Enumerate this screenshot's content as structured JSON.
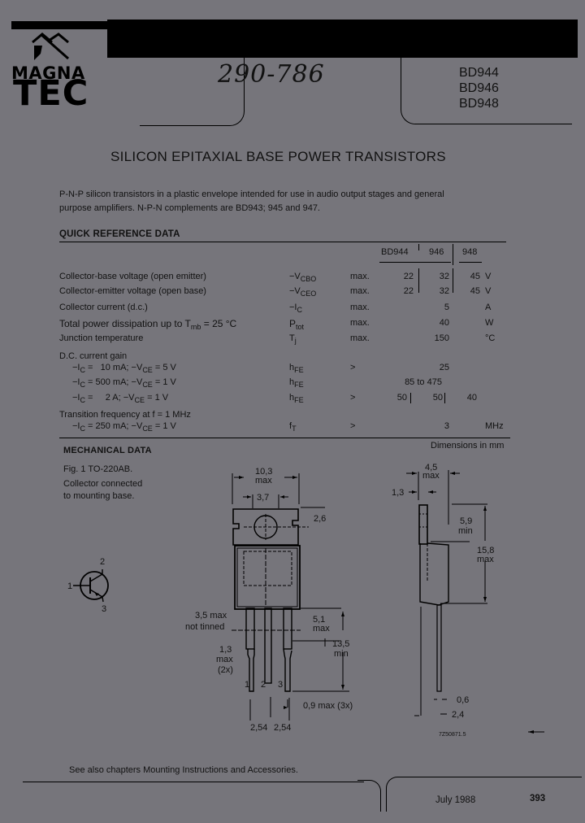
{
  "header": {
    "brand_top": "MAGNA",
    "brand_bottom": "TEC",
    "handwritten_number": "290-786",
    "part_numbers": [
      "BD944",
      "BD946",
      "BD948"
    ]
  },
  "title": "SILICON EPITAXIAL BASE POWER TRANSISTORS",
  "description": {
    "line1": "P-N-P silicon transistors in a plastic envelope intended for use in audio output stages and general",
    "line2": "purpose amplifiers. N-P-N complements are BD943; 945 and 947."
  },
  "quick_reference": {
    "heading": "QUICK REFERENCE DATA",
    "columns": [
      "BD944",
      "946",
      "948"
    ],
    "rows": [
      {
        "label": "Collector-base voltage (open emitter)",
        "symbol": "−V",
        "symbol_sub": "CBO",
        "qualifier": "max.",
        "values": [
          "22",
          "32",
          "45"
        ],
        "unit": "V"
      },
      {
        "label": "Collector-emitter voltage (open base)",
        "symbol": "−V",
        "symbol_sub": "CEO",
        "qualifier": "max.",
        "values": [
          "22",
          "32",
          "45"
        ],
        "unit": "V"
      },
      {
        "label": "Collector current (d.c.)",
        "symbol": "−I",
        "symbol_sub": "C",
        "qualifier": "max.",
        "value": "5",
        "unit": "A"
      },
      {
        "label": "Total power dissipation up to T",
        "label_sub": "mb",
        "label_tail": " = 25 °C",
        "symbol": "P",
        "symbol_sub": "tot",
        "qualifier": "max.",
        "value": "40",
        "unit": "W"
      },
      {
        "label": "Junction temperature",
        "symbol": "T",
        "symbol_sub": "j",
        "qualifier": "max.",
        "value": "150",
        "unit": "°C"
      }
    ],
    "dc_gain": {
      "label": "D.C. current gain",
      "rows": [
        {
          "cond_a": "−I",
          "cond_a_sub": "C",
          "cond_b": " =   10 mA; −V",
          "cond_b_sub": "CE",
          "cond_c": " = 5 V",
          "symbol": "h",
          "symbol_sub": "FE",
          "qualifier": ">",
          "value": "25"
        },
        {
          "cond_a": "−I",
          "cond_a_sub": "C",
          "cond_b": " = 500 mA; −V",
          "cond_b_sub": "CE",
          "cond_c": " = 1 V",
          "symbol": "h",
          "symbol_sub": "FE",
          "qualifier": "",
          "value": "85 to 475"
        },
        {
          "cond_a": "−I",
          "cond_a_sub": "C",
          "cond_b": " =     2 A; −V",
          "cond_b_sub": "CE",
          "cond_c": " = 1 V",
          "symbol": "h",
          "symbol_sub": "FE",
          "qualifier": ">",
          "values": [
            "50",
            "50",
            "40"
          ]
        }
      ]
    },
    "transition": {
      "label": "Transition frequency at f = 1 MHz",
      "cond_a": "−I",
      "cond_a_sub": "C",
      "cond_b": " = 250 mA; −V",
      "cond_b_sub": "CE",
      "cond_c": " = 1 V",
      "symbol": "f",
      "symbol_sub": "T",
      "qualifier": ">",
      "value": "3",
      "unit": "MHz"
    }
  },
  "mechanical": {
    "heading": "MECHANICAL DATA",
    "dimensions_note": "Dimensions in mm",
    "figure_label": "Fig. 1  TO-220AB.",
    "caption_line1": "Collector connected",
    "caption_line2": "to mounting base.",
    "pins": [
      "1",
      "2",
      "3"
    ],
    "front_dims": {
      "width": "10,3",
      "width_q": "max",
      "hole": "3,7",
      "hole_offset": "2,6",
      "not_tinned": "3,5 max",
      "not_tinned_q": "not tinned",
      "lead_width": "1,3",
      "lead_width_q": "max",
      "lead_width_n": "(2x)",
      "body_lead": "5,1",
      "body_lead_q": "max",
      "lead_len": "13,5",
      "lead_len_q": "min",
      "lead_thk": "0,9 max  (3x)",
      "pitch1": "2,54",
      "pitch2": "2,54"
    },
    "side_dims": {
      "depth": "4,5",
      "depth_q": "max",
      "tab": "1,3",
      "tab_h": "5,9",
      "tab_h_q": "min",
      "total_h": "15,8",
      "total_h_q": "max",
      "lead_t": "0,6",
      "lead_off": "2,4"
    },
    "drawing_code": "7Z50871.5"
  },
  "footer": {
    "note": "See also chapters Mounting Instructions and Accessories.",
    "date": "July 1988",
    "page": "393"
  }
}
